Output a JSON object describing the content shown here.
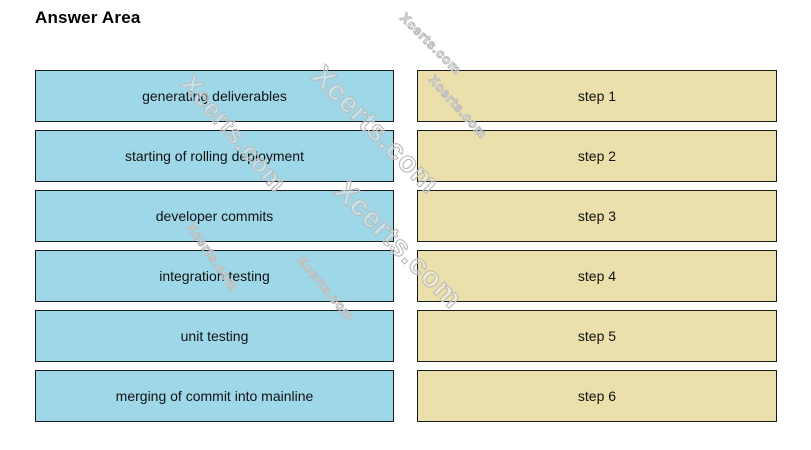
{
  "page": {
    "title": "Answer Area"
  },
  "colors": {
    "drag_fill": "#9ed8e8",
    "drop_fill": "#ebe0ac",
    "box_border": "#1b1b1b"
  },
  "drag_items": [
    "generating deliverables",
    "starting of rolling deployment",
    "developer commits",
    "integration testing",
    "unit testing",
    "merging of commit into mainline"
  ],
  "drop_targets": [
    "step 1",
    "step 2",
    "step 3",
    "step 4",
    "step 5",
    "step 6"
  ],
  "watermark": {
    "text": "Xcerts.com"
  }
}
